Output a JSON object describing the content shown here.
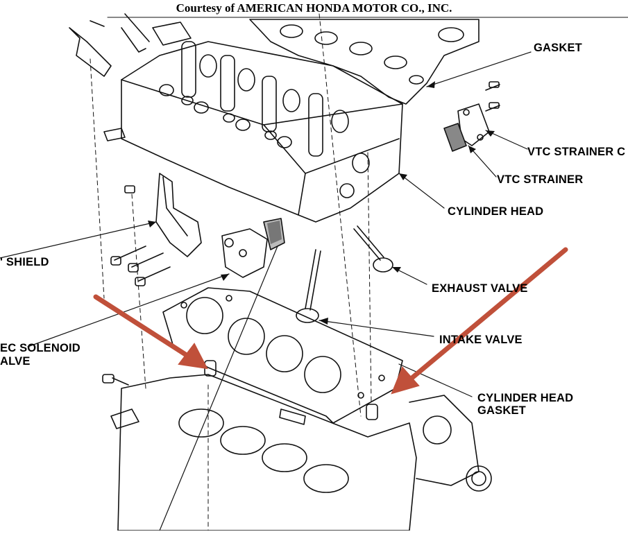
{
  "header": {
    "courtesy": "Courtesy of AMERICAN HONDA MOTOR CO., INC."
  },
  "labels": {
    "gasket": "GASKET",
    "vtc_strainer_cover": "VTC STRAINER C",
    "vtc_strainer": "VTC STRAINER",
    "cylinder_head": "CYLINDER HEAD",
    "shield": "' SHIELD",
    "exhaust_valve": "EXHAUST VALVE",
    "solenoid_line1": "EC SOLENOID",
    "solenoid_line2": "ALVE",
    "intake_valve": "INTAKE VALVE",
    "head_gasket_line1": "CYLINDER HEAD",
    "head_gasket_line2": "GASKET"
  },
  "colors": {
    "annotation_arrow": "#c0503a",
    "line_art": "#111111"
  }
}
